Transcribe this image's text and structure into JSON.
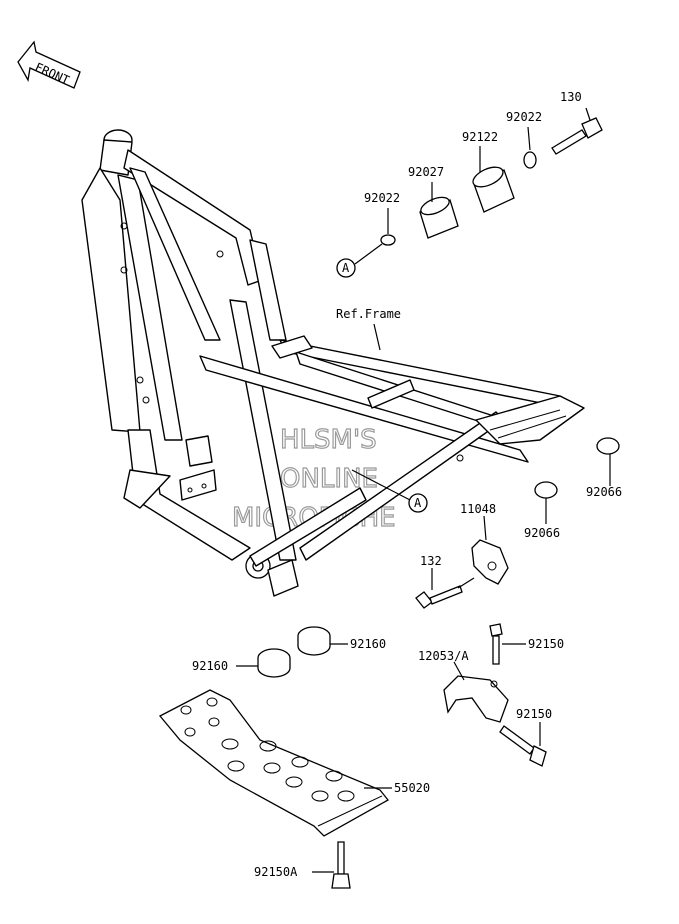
{
  "front_arrow": {
    "label": "FRONT"
  },
  "reference": {
    "frame_label": "Ref.Frame",
    "ref_mark": "A"
  },
  "parts": {
    "p130": "130",
    "p92022_top": "92022",
    "p92122": "92122",
    "p92027": "92027",
    "p92022_left": "92022",
    "p92066_right": "92066",
    "p92066_lower": "92066",
    "p11048": "11048",
    "p132": "132",
    "p92160_right": "92160",
    "p92160_left": "92160",
    "p92150_top": "92150",
    "p12053": "12053/A",
    "p92150_mid": "92150",
    "p55020": "55020",
    "p92150A": "92150A"
  },
  "watermark": {
    "line1": "HLSM'S",
    "line2": "ONLINE",
    "line3": "MICROFICHE"
  }
}
